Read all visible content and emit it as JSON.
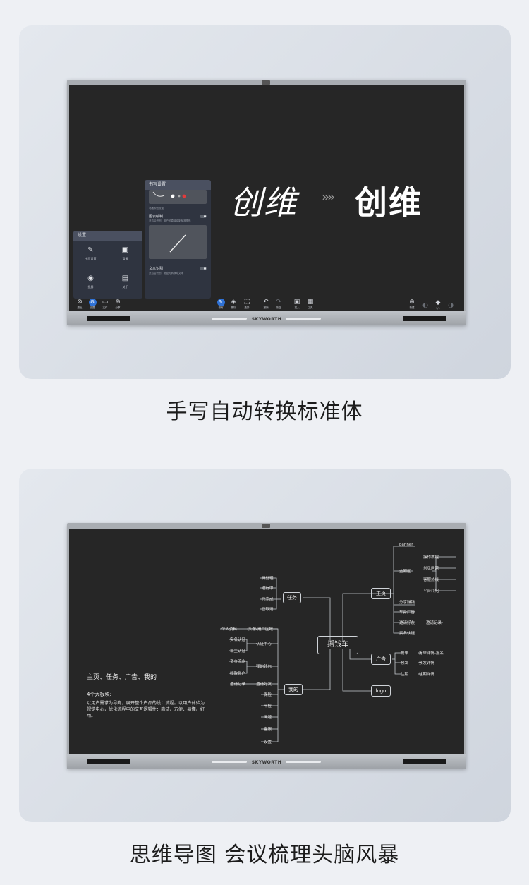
{
  "captions": {
    "first": "手写自动转换标准体",
    "second": "思维导图 会议梳理头脑风暴"
  },
  "monitor": {
    "brand": "SKYWORTH"
  },
  "screen1": {
    "settings_panel": {
      "title": "设置",
      "items": [
        {
          "label": "书写设置",
          "icon": "pen-icon"
        },
        {
          "label": "背景",
          "icon": "image-icon"
        },
        {
          "label": "投屏",
          "icon": "broadcast-icon"
        },
        {
          "label": "关于",
          "icon": "document-icon"
        }
      ]
    },
    "writing_panel": {
      "title": "书写设置",
      "section": "笔画颜色设置",
      "shape_label": "图表绘制",
      "shape_desc": "开启后识别，用户可直接绘制标准图形",
      "text_label": "文本识别",
      "text_desc": "开启后识别，笔迹可转换成文本"
    },
    "handwriting_text": "创维",
    "standard_text": "创维",
    "arrow_glyph": "»»",
    "left_toolbar": [
      {
        "label": "退出",
        "glyph": "⊗"
      },
      {
        "label": "设置",
        "glyph": "⚙",
        "active": true
      },
      {
        "label": "文件",
        "glyph": "▭"
      },
      {
        "label": "分享",
        "glyph": "⊕"
      }
    ],
    "center_toolbar": [
      {
        "label": "书写",
        "glyph": "✎",
        "active": true
      },
      {
        "label": "擦除",
        "glyph": "◈"
      },
      {
        "label": "选择",
        "glyph": "⬚"
      },
      {
        "label": "撤销",
        "glyph": "↶"
      },
      {
        "label": "恢复",
        "glyph": "↷",
        "dim": true
      },
      {
        "label": "插入",
        "glyph": "▣"
      },
      {
        "label": "工具",
        "glyph": "▦"
      }
    ],
    "right_toolbar": [
      {
        "label": "新建",
        "glyph": "⊕"
      },
      {
        "label": "",
        "glyph": "◐",
        "dim": true
      },
      {
        "label": "1/1",
        "glyph": "◆"
      },
      {
        "label": "",
        "glyph": "◑",
        "dim": true
      }
    ]
  },
  "screen2": {
    "intro": {
      "title": "主页、任务、广告、我的",
      "subtitle": "4个大板块:",
      "body": "以用户需求为导向，展开整个产品的设计流程。以用户体验为视觉中心，优化流程中的交互逻辑性：简洁、方便、易懂、好用。"
    },
    "center": "摇钱车",
    "task": {
      "label": "任务",
      "children": [
        "待处理",
        "进行中",
        "已完成",
        "已取消"
      ]
    },
    "mine": {
      "label": "我的",
      "profile": "个人资料",
      "avatar": "头像-用户区域",
      "auth": {
        "label": "认证中心",
        "children": [
          "实名认证",
          "车主认证"
        ]
      },
      "wallet": {
        "label": "我的钱包",
        "children": [
          "资金流水",
          "收款账户"
        ]
      },
      "invite": {
        "label": "邀请好友",
        "child": "邀请记录"
      },
      "others": [
        "保险",
        "年检",
        "问题",
        "客服",
        "设置"
      ]
    },
    "home": {
      "label": "主页",
      "banner": "banner",
      "golden": {
        "label": "金刚区",
        "children": [
          "操作教程",
          "常见问题",
          "客服热线",
          "平台介绍"
        ]
      },
      "items": [
        "分享赚钱",
        "车身广告",
        "邀请好友",
        "实名认证"
      ],
      "invite_record": "邀请记录"
    },
    "ad": {
      "label": "广告",
      "rows": [
        {
          "a": "抢单",
          "b": "抢单详情-报名"
        },
        {
          "a": "预发",
          "b": "预发详情"
        },
        {
          "a": "往期",
          "b": "往期详情"
        }
      ]
    },
    "logo": "logo"
  }
}
